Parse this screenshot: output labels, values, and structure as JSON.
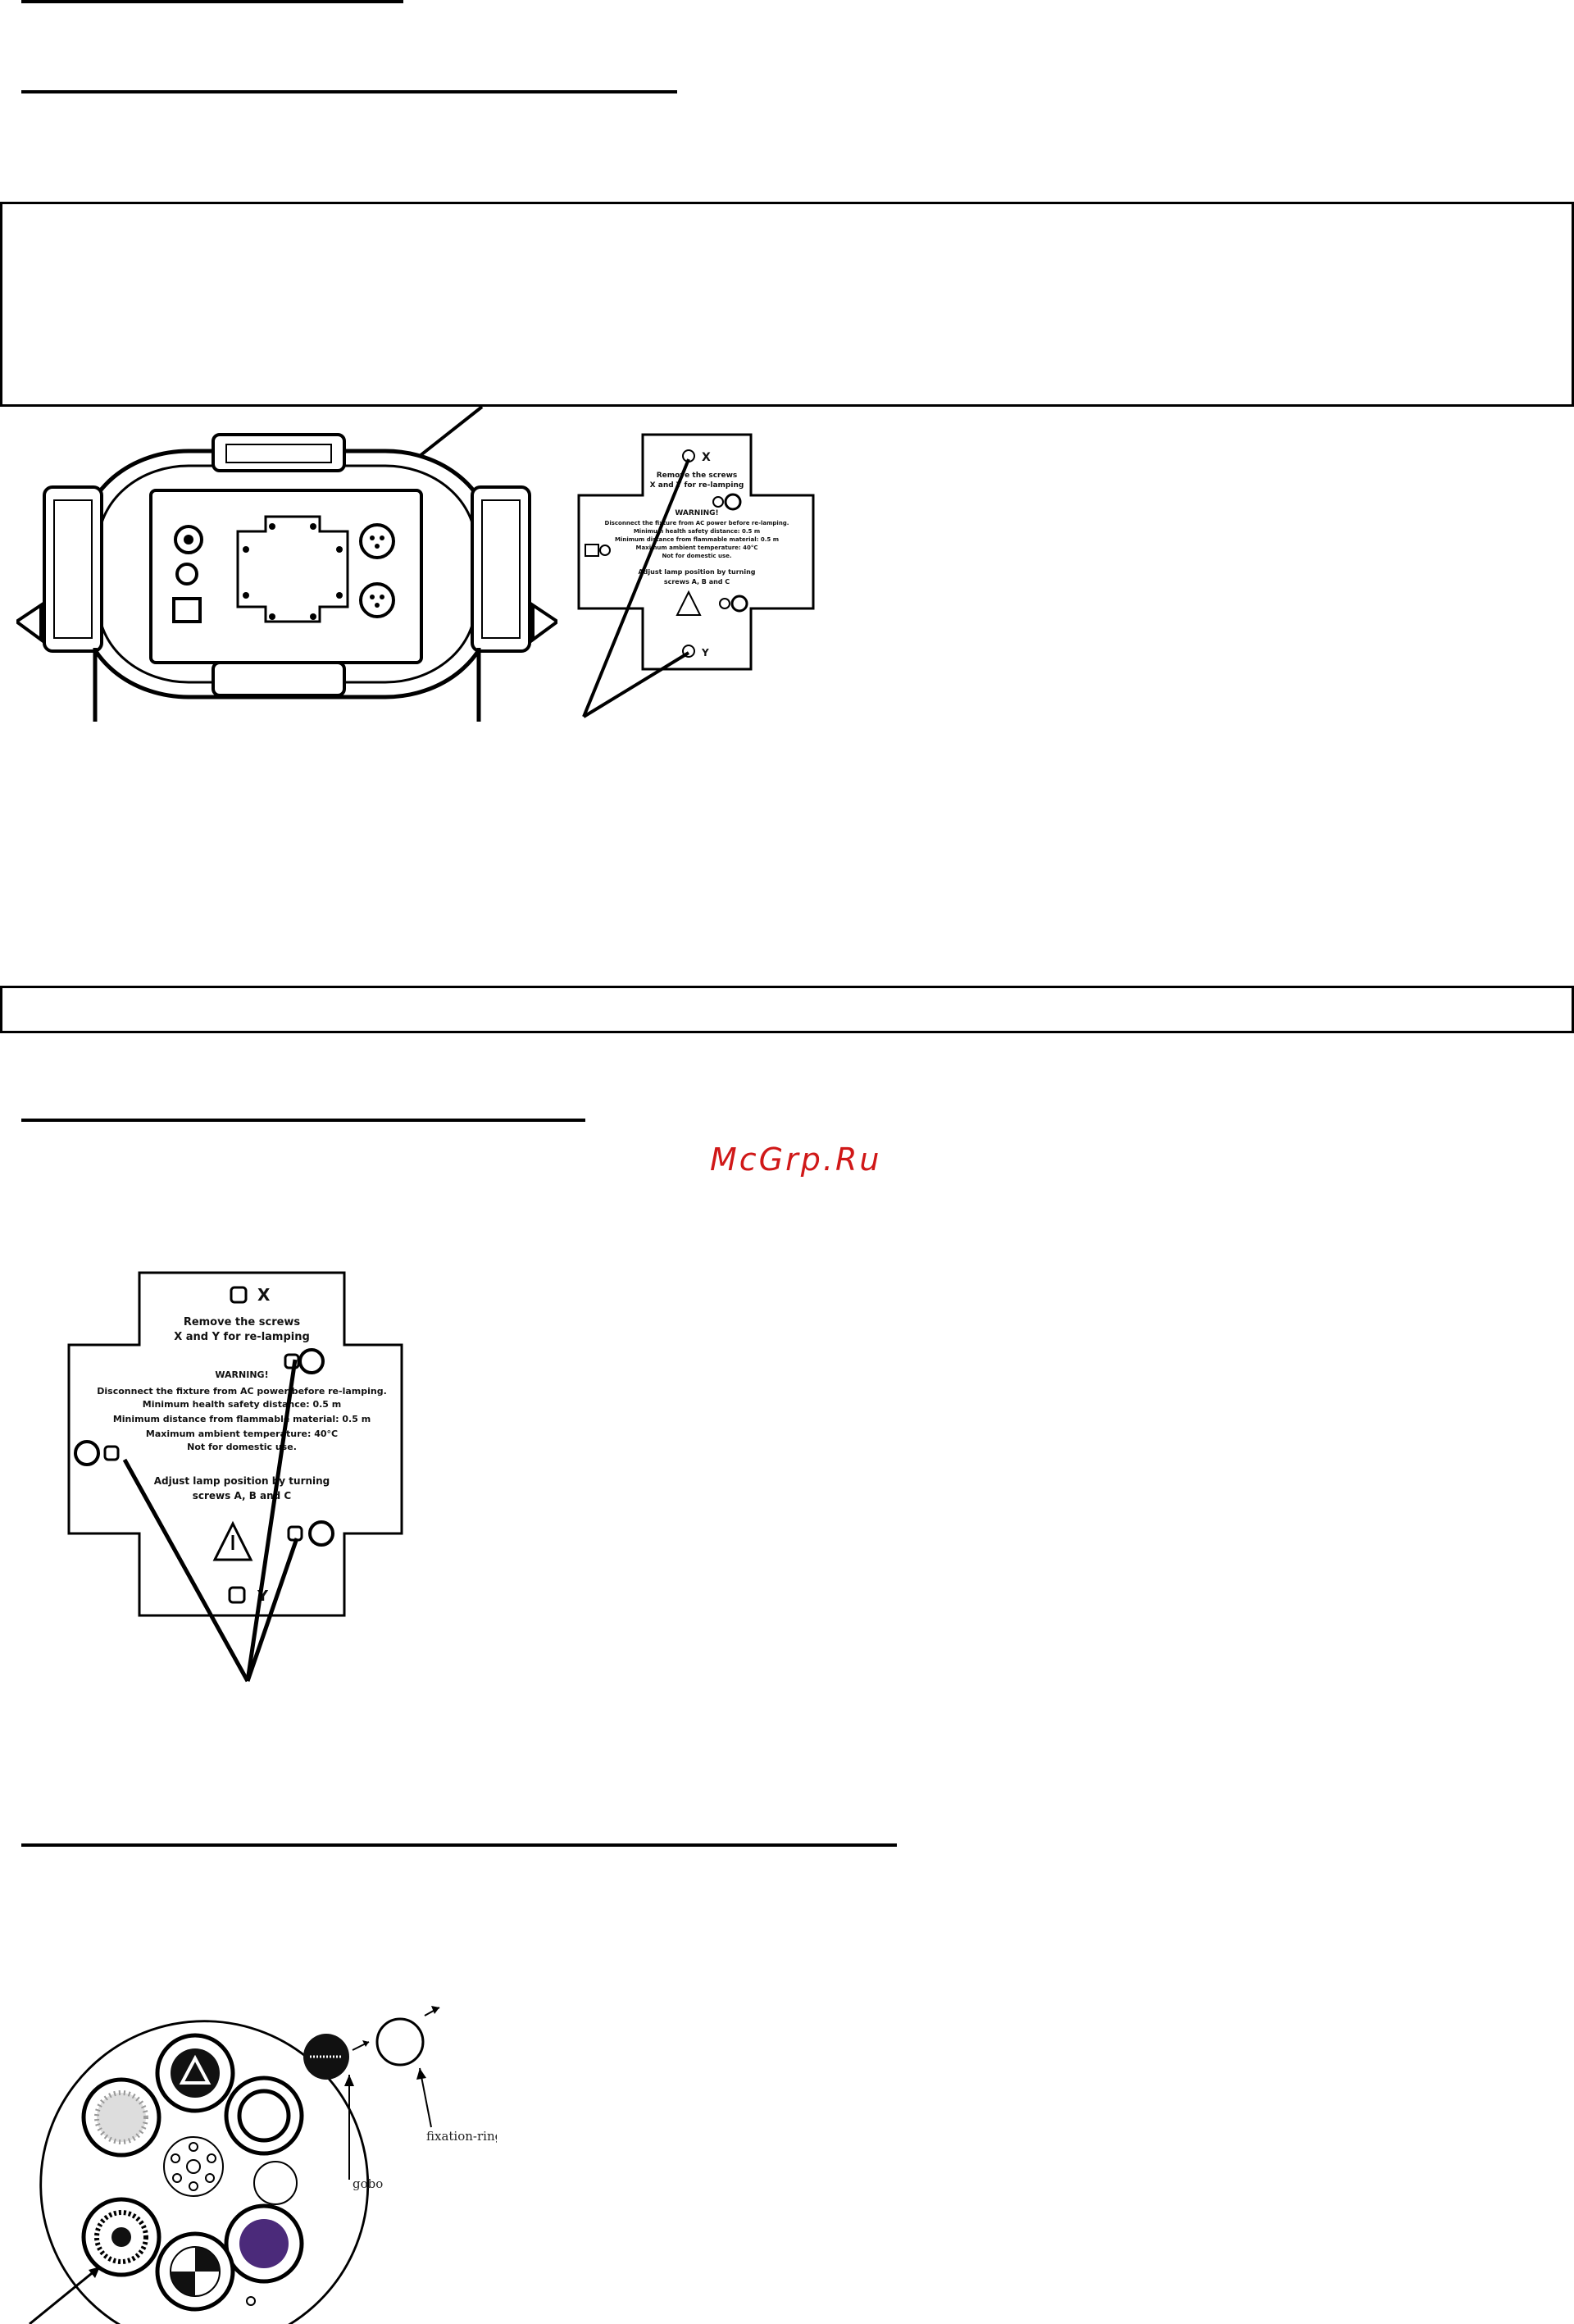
{
  "watermark": {
    "text": "McGrp.Ru"
  },
  "label_small": {
    "mark_x": "X",
    "mark_y": "Y",
    "line1": "Remove the screws",
    "line2": "X and Y for re-lamping",
    "line3": "WARNING!",
    "line4": "Disconnect the fixture from AC power before re-lamping.",
    "line5": "Minimum health safety distance: 0.5 m",
    "line6": "Minimum distance from flammable material: 0.5 m",
    "line7": "Maximum ambient temperature: 40°C",
    "line8": "Not for domestic use.",
    "line9": "Adjust lamp position by turning",
    "line10": "screws A, B and C"
  },
  "label_large": {
    "mark_x": "X",
    "mark_y": "Y",
    "line1": "Remove the screws",
    "line2": "X and Y for re-lamping",
    "line3": "WARNING!",
    "line4": "Disconnect the fixture from AC power before re-lamping.",
    "line5": "Minimum health safety distance: 0.5 m",
    "line6": "Minimum distance from flammable material: 0.5 m",
    "line7": "Maximum ambient temperature: 40°C",
    "line8": "Not for domestic use.",
    "line9": "Adjust lamp position by turning",
    "line10": "screws A, B and C"
  },
  "gobo_figure": {
    "gobo_label": "gobo",
    "ring_label": "fixation-ring"
  }
}
